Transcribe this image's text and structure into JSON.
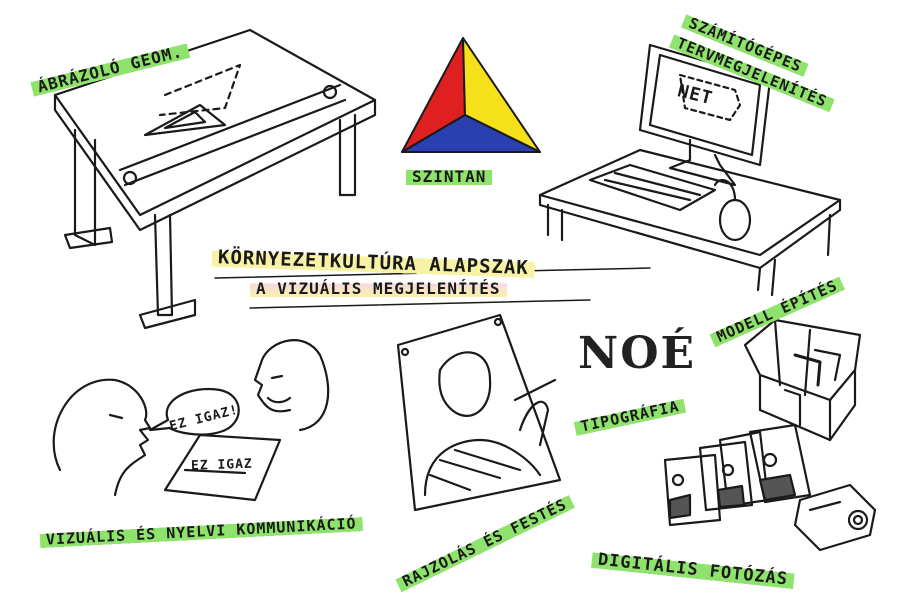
{
  "labels": {
    "descriptive_geometry": "ÁBRÁZOLÓ GEOM.",
    "color_theory": "SZINTAN",
    "computer_line1": "SZÁMÍTÓGÉPES",
    "computer_line2": "TERVMEGJELENÍTÉS",
    "monitor_text": "NET",
    "title_line1": "KÖRNYEZETKULTÚRA ALAPSZAK",
    "title_line2": "A VIZUÁLIS MEGJELENÍTÉS",
    "model_building": "MODELL ÉPÍTÉS",
    "typo_sample": "NOÉ",
    "typography": "TIPOGRÁFIA",
    "speech_bubble": "EZ IGAZ!",
    "paper_text": "EZ IGAZ",
    "communication": "VIZUÁLIS ÉS NYELVI KOMMUNIKÁCIÓ",
    "drawing_painting": "RAJZOLÁS ÉS FESTÉS",
    "photography": "DIGITÁLIS FOTÓZÁS"
  },
  "colors": {
    "highlight_green": "#8fe36c",
    "highlight_yellow": "#f7f2a6",
    "triangle_red": "#e02020",
    "triangle_yellow": "#f5e01a",
    "triangle_blue": "#2a3fb0"
  }
}
